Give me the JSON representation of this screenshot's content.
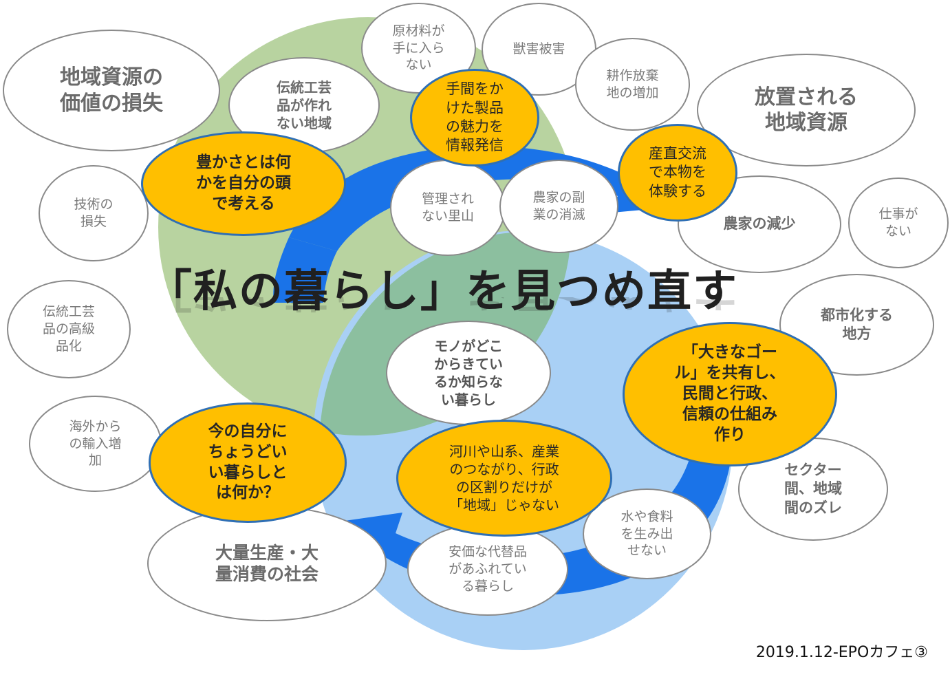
{
  "title": "「私の暮らし」を見つめ直す",
  "footer": "2019.1.12-EPOカフェ③",
  "colors": {
    "green_circle": "#b8d3a0",
    "blue_circle": "#a9d0f5",
    "arrow": "#1a73e8",
    "orange": "#ffbf00",
    "orange_border": "#2f6fb4"
  },
  "bubbles": {
    "b01": "地域資源の\n価値の損失",
    "b02": "伝統工芸\n品が作れ\nない地域",
    "b03": "原材料が\n手に入ら\nない",
    "b04": "獣害被害",
    "b05": "耕作放棄\n地の増加",
    "b06": "放置される\n地域資源",
    "b07": "手間をか\nけた製品\nの魅力を\n情報発信",
    "b08": "産直交流\nで本物を\n体験する",
    "b09": "豊かさとは何\nかを自分の頭\nで考える",
    "b10": "技術の\n損失",
    "b11": "管理され\nない里山",
    "b12": "農家の副\n業の消滅",
    "b13": "農家の減少",
    "b14": "仕事が\nない",
    "b15": "伝統工芸\n品の高級\n品化",
    "b16": "都市化する\n地方",
    "b17": "モノがどこ\nからきてい\nるか知らな\nい暮らし",
    "b18": "「大きなゴー\nル」を共有し、\n民間と行政、\n信頼の仕組み\n作り",
    "b19": "海外から\nの輸入増\n加",
    "b20": "今の自分に\nちょうどい\nい暮らしと\nは何か？",
    "b21": "河川や山系、産業\nのつながり、行政\nの区割りだけが\n「地域」じゃない",
    "b22": "セクター\n間、地域\n間のズレ",
    "b23": "水や食料\nを生み出\nせない",
    "b24": "大量生産・大\n量消費の社会",
    "b25": "安価な代替品\nがあふれてい\nる暮らし"
  }
}
